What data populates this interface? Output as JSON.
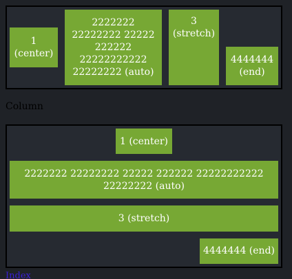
{
  "row_section": {
    "items": [
      {
        "label": "1 (center)"
      },
      {
        "label": "2222222 22222222 22222 222222 22222222222 22222222 (auto)"
      },
      {
        "label": "3 (stretch)"
      },
      {
        "label": "4444444 (end)"
      }
    ]
  },
  "column_section": {
    "heading": "Column",
    "items": [
      {
        "label": "1 (center)"
      },
      {
        "label": "2222222 22222222 22222 222222 22222222222 22222222 (auto)"
      },
      {
        "label": "3 (stretch)"
      },
      {
        "label": "4444444 (end)"
      }
    ]
  },
  "footer": {
    "link_label": "Index"
  },
  "colors": {
    "background": "#1f2227",
    "item_fill": "#77a834",
    "border": "#000000",
    "link": "#3a1fd6"
  }
}
